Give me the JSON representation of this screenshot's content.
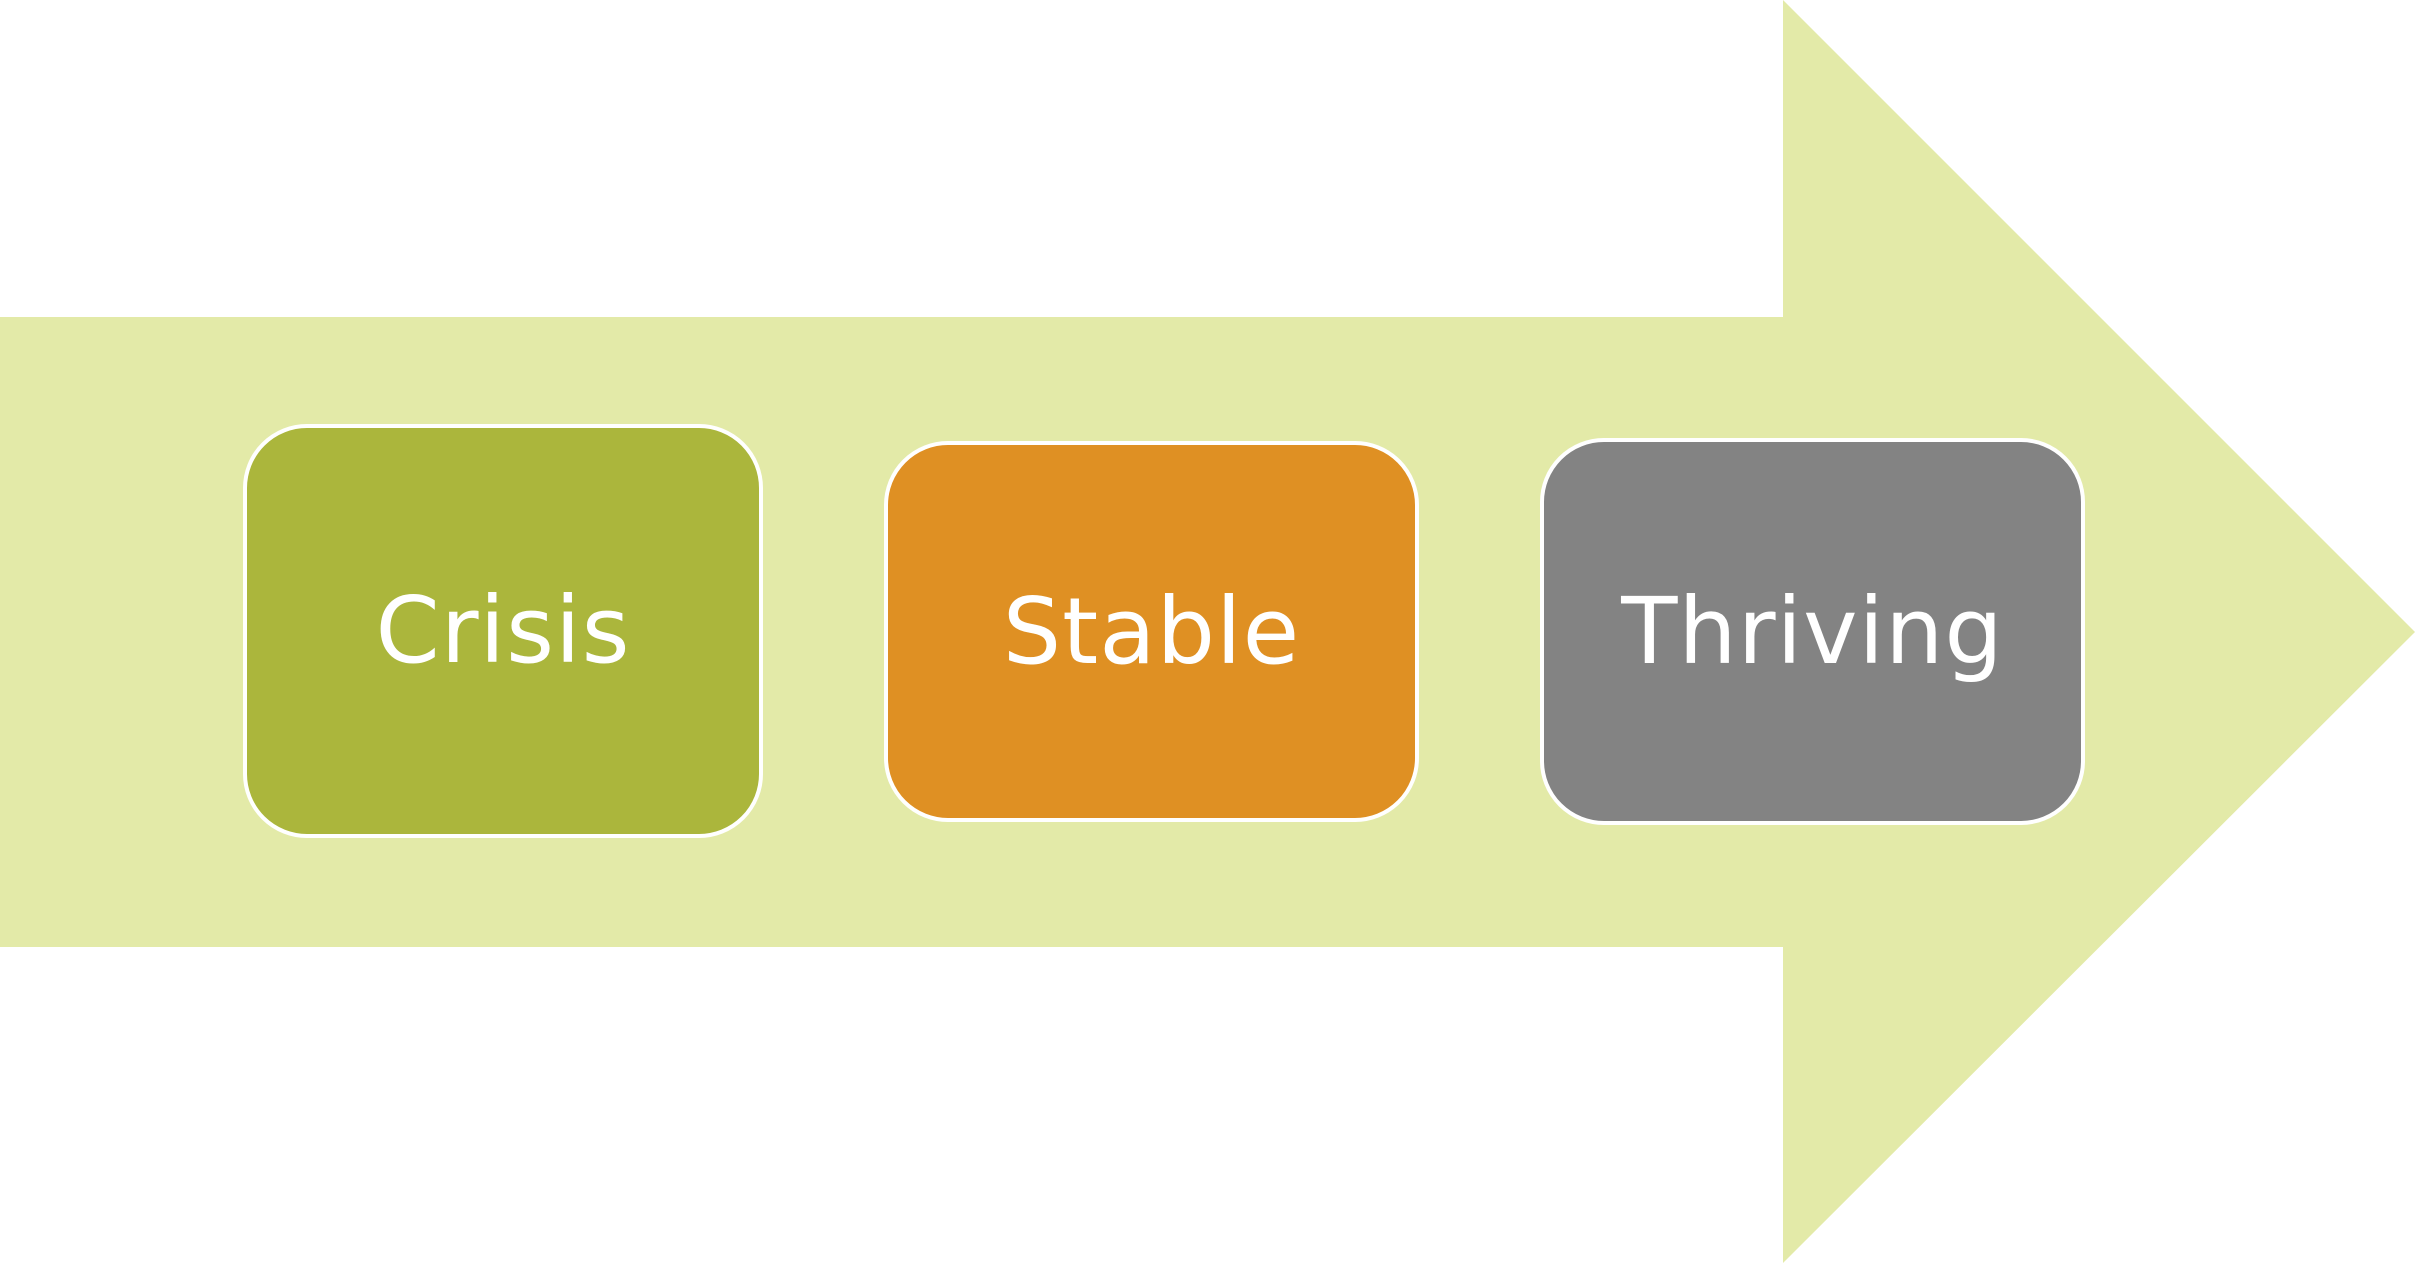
{
  "diagram": {
    "arrow_color": "#E3EAA8",
    "stages": [
      {
        "label": "Crisis",
        "color": "#ABB63C"
      },
      {
        "label": "Stable",
        "color": "#DF9023"
      },
      {
        "label": "Thriving",
        "color": "#838383"
      }
    ]
  }
}
